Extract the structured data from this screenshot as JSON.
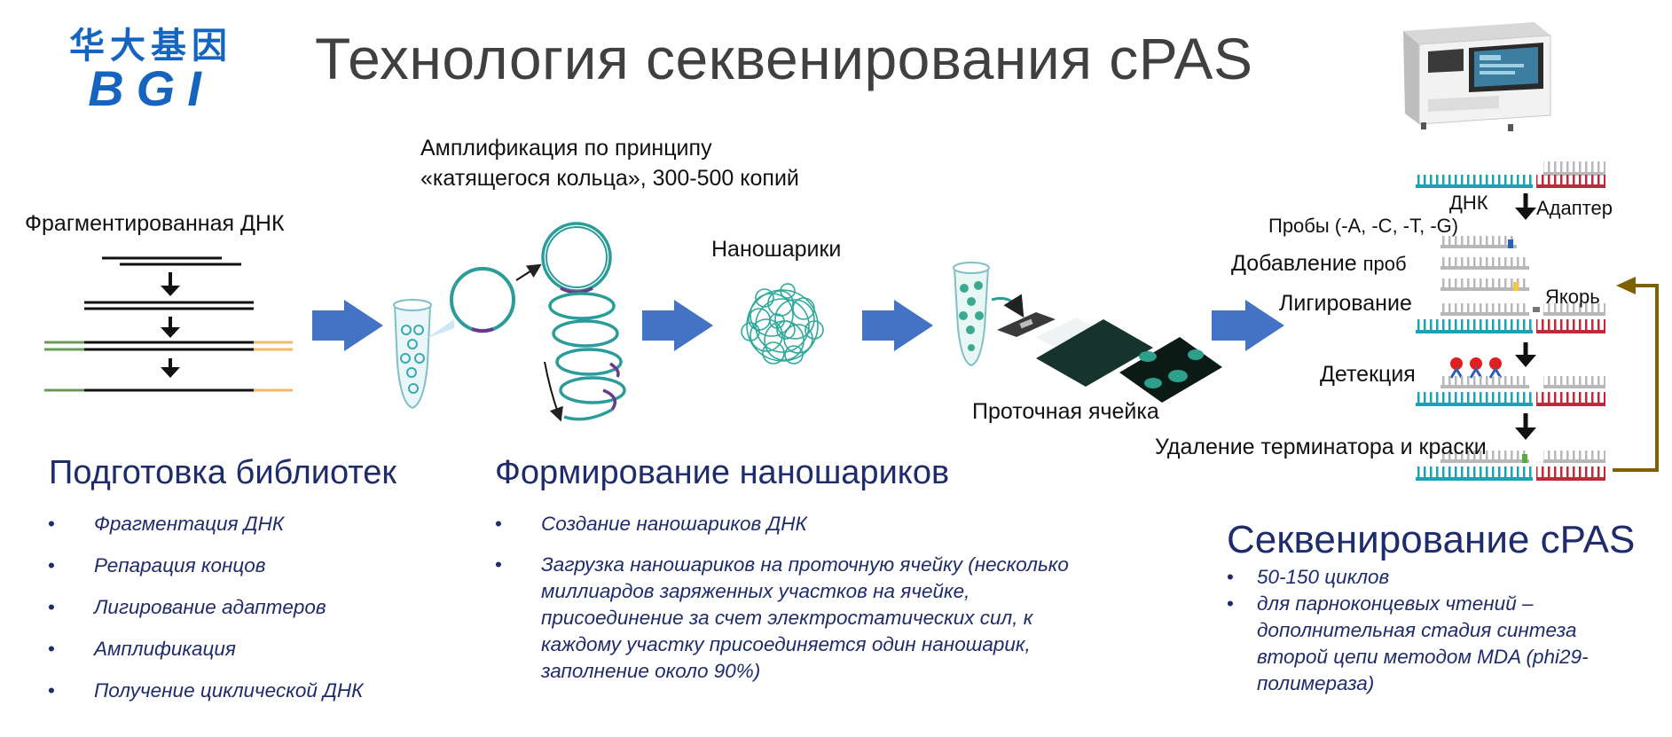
{
  "logo": {
    "chinese": "华大基因",
    "latin": "BGI"
  },
  "title": "Технология секвенирования cPAS",
  "fragmented_dna_label": "Фрагментированная ДНК",
  "amplification_label_line1": "Амплификация по принципу",
  "amplification_label_line2": "«катящегося кольца», 300-500 копий",
  "nanoballs_label": "Наношарики",
  "flowcell_label": "Проточная ячейка",
  "sequencing_cycle": {
    "dna": "ДНК",
    "adapter": "Адаптер",
    "probes": "Пробы (-A, -C, -T, -G)",
    "adding_probes": "Добавление",
    "adding_probes_small": "проб",
    "ligation": "Лигирование",
    "anchor": "Якорь",
    "detection": "Детекция",
    "removal": "Удаление терминатора и краски"
  },
  "sections": {
    "library": {
      "heading": "Подготовка библиотек",
      "items": [
        "Фрагментация ДНК",
        "Репарация концов",
        "Лигирование адаптеров",
        "Амплификация",
        "Получение циклической ДНК"
      ]
    },
    "nanoballs": {
      "heading": "Формирование наношариков",
      "items": [
        "Создание наношариков ДНК",
        "Загрузка наношариков на проточную ячейку (несколько миллиардов заряженных участков на ячейке, присоединение за счет электростатических сил, к каждому участку присоединяется один наношарик, заполнение около 90%)"
      ]
    },
    "sequencing": {
      "heading": "Секвенирование cPAS",
      "items": [
        "50-150 циклов",
        "для парноконцевых чтений – дополнительная стадия синтеза второй цепи методом MDA (phi29-полимераза)"
      ]
    }
  },
  "bullet": "•",
  "colors": {
    "arrow": "#4472c4",
    "heading": "#1f2c6b",
    "teal": "#1aa3b5",
    "red": "#c0293a",
    "loop": "#7f6000",
    "logo": "#1565c0"
  }
}
